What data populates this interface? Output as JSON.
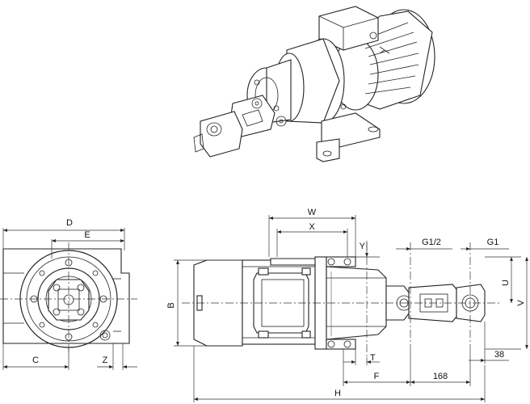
{
  "labels": {
    "D": "D",
    "E": "E",
    "C": "C",
    "Z": "Z",
    "B": "B",
    "W": "W",
    "X": "X",
    "Y": "Y",
    "G1_2": "G1/2",
    "G1": "G1",
    "U": "U",
    "V": "V",
    "T": "T",
    "F": "F",
    "dim_168": "168",
    "dim_38": "38",
    "H": "H"
  },
  "colors": {
    "line": "#222222",
    "background": "#ffffff"
  }
}
